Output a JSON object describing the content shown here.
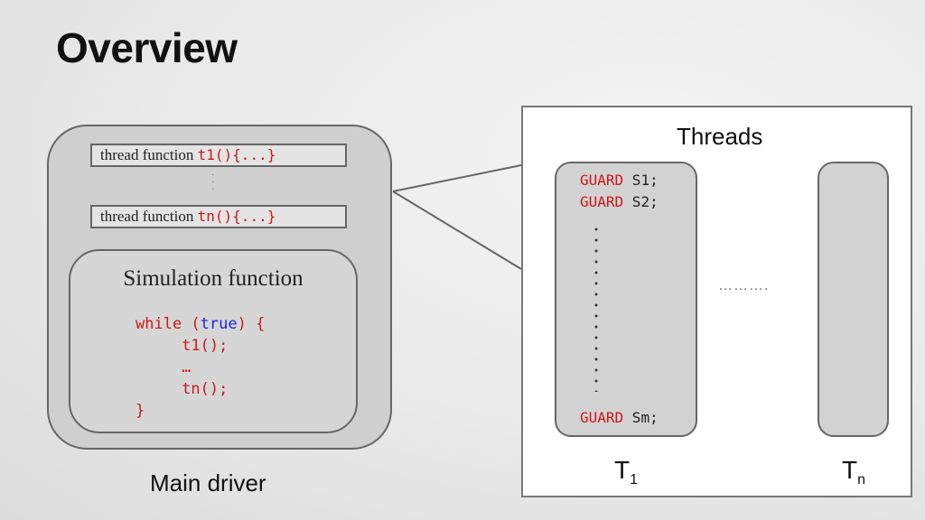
{
  "title": "Overview",
  "driver": {
    "thread_fn_1": {
      "label": "thread function",
      "code": "t1(){...}"
    },
    "thread_fn_n": {
      "label": "thread function",
      "code": "tn(){...}"
    },
    "vertical_ellipsis": "⋮",
    "simulation": {
      "title": "Simulation function",
      "code_while": "while (",
      "code_true": "true",
      "code_open": ") {",
      "code_t1": "     t1();",
      "code_ellipsis": "     …",
      "code_tn": "     tn();",
      "code_close": "}"
    },
    "label": "Main driver"
  },
  "threads": {
    "label": "Threads",
    "guards": [
      {
        "keyword": "GUARD",
        "name": " S1;"
      },
      {
        "keyword": "GUARD",
        "name": " S2;"
      },
      {
        "keyword": "GUARD",
        "name": " Sm;"
      }
    ],
    "ellipsis_between": "……….",
    "t1_label": {
      "main": "T",
      "sub": "1"
    },
    "tn_label": {
      "main": "T",
      "sub": "n"
    }
  },
  "colors": {
    "code_red": "#d01818",
    "code_blue": "#1a2ad6",
    "box_gray": "#cfcfcf",
    "border": "#666666"
  }
}
